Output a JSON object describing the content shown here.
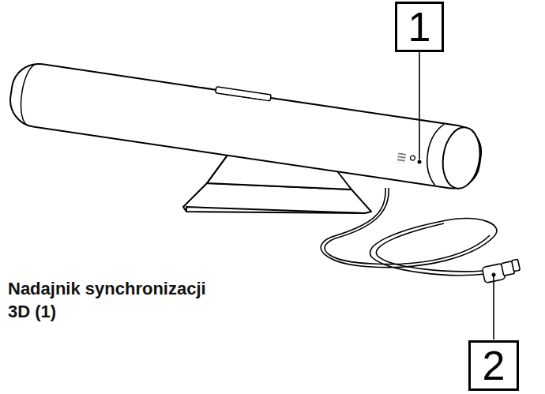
{
  "diagram": {
    "nodes": [
      {
        "text": [
          "1"
        ]
      },
      {
        "text": [
          "2"
        ]
      }
    ],
    "labels": [
      "Nadajnik synchronizacji 3D (1)"
    ]
  }
}
